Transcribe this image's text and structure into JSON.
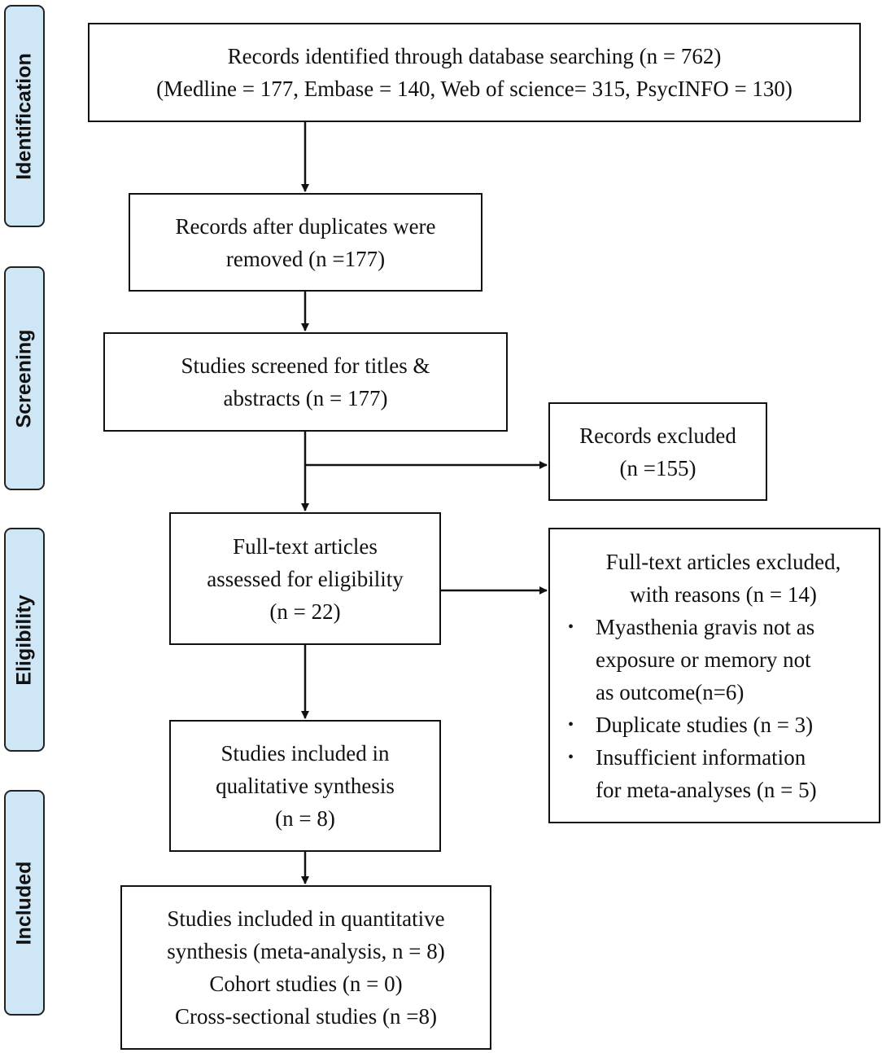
{
  "stages": {
    "identification": "Identification",
    "screening": "Screening",
    "eligibility": "Eligibility",
    "included": "Included"
  },
  "boxes": {
    "identified": {
      "line1": "Records identified through database searching (n = 762)",
      "line2": "(Medline = 177, Embase = 140, Web of science= 315, PsycINFO = 130)"
    },
    "duplicates_removed": {
      "line1": "Records after duplicates were",
      "line2": "removed (n =177)"
    },
    "screened": {
      "line1": "Studies screened for titles &",
      "line2": "abstracts (n = 177)"
    },
    "records_excluded": {
      "line1": "Records excluded",
      "line2": "(n =155)"
    },
    "fulltext_assessed": {
      "line1": "Full-text articles",
      "line2": "assessed for eligibility",
      "line3": "(n = 22)"
    },
    "fulltext_excluded": {
      "line1": "Full-text articles excluded,",
      "line2": "with reasons (n = 14)",
      "reasons": [
        {
          "bullet": "•",
          "lines": [
            "Myasthenia gravis not as",
            "exposure or memory not",
            "as outcome(n=6)"
          ]
        },
        {
          "bullet": "•",
          "lines": [
            "Duplicate studies (n = 3)"
          ]
        },
        {
          "bullet": "•",
          "lines": [
            "Insufficient information",
            "for meta-analyses (n = 5)"
          ]
        }
      ]
    },
    "qualitative": {
      "line1": "Studies included in",
      "line2": "qualitative synthesis",
      "line3": "(n = 8)"
    },
    "quantitative": {
      "line1": "Studies included in quantitative",
      "line2": "synthesis (meta-analysis, n = 8)",
      "line3": "Cohort studies (n = 0)",
      "line4": "Cross-sectional studies (n =8)"
    }
  },
  "colors": {
    "stage_fill": "#cfe6f6",
    "line": "#111111"
  }
}
